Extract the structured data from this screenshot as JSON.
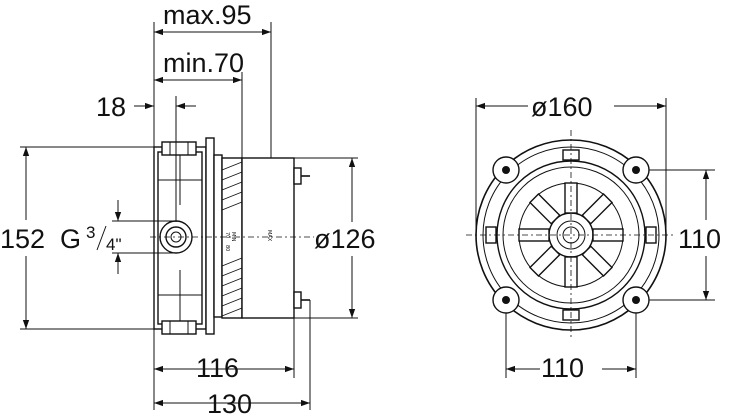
{
  "dimensions": {
    "max_depth": "max.95",
    "min_depth": "min.70",
    "offset": "18",
    "height": "152",
    "thread_prefix": "G",
    "thread_num": "3",
    "thread_den": "4\"",
    "body_diameter": "ø126",
    "depth_inner": "116",
    "depth_outer": "130",
    "flange_diameter": "ø160",
    "hole_spacing_vertical": "110",
    "hole_spacing_horizontal": "110"
  },
  "side_markings": {
    "min": "MIN",
    "max": "MAX",
    "n70": "70",
    "n80": "80"
  }
}
